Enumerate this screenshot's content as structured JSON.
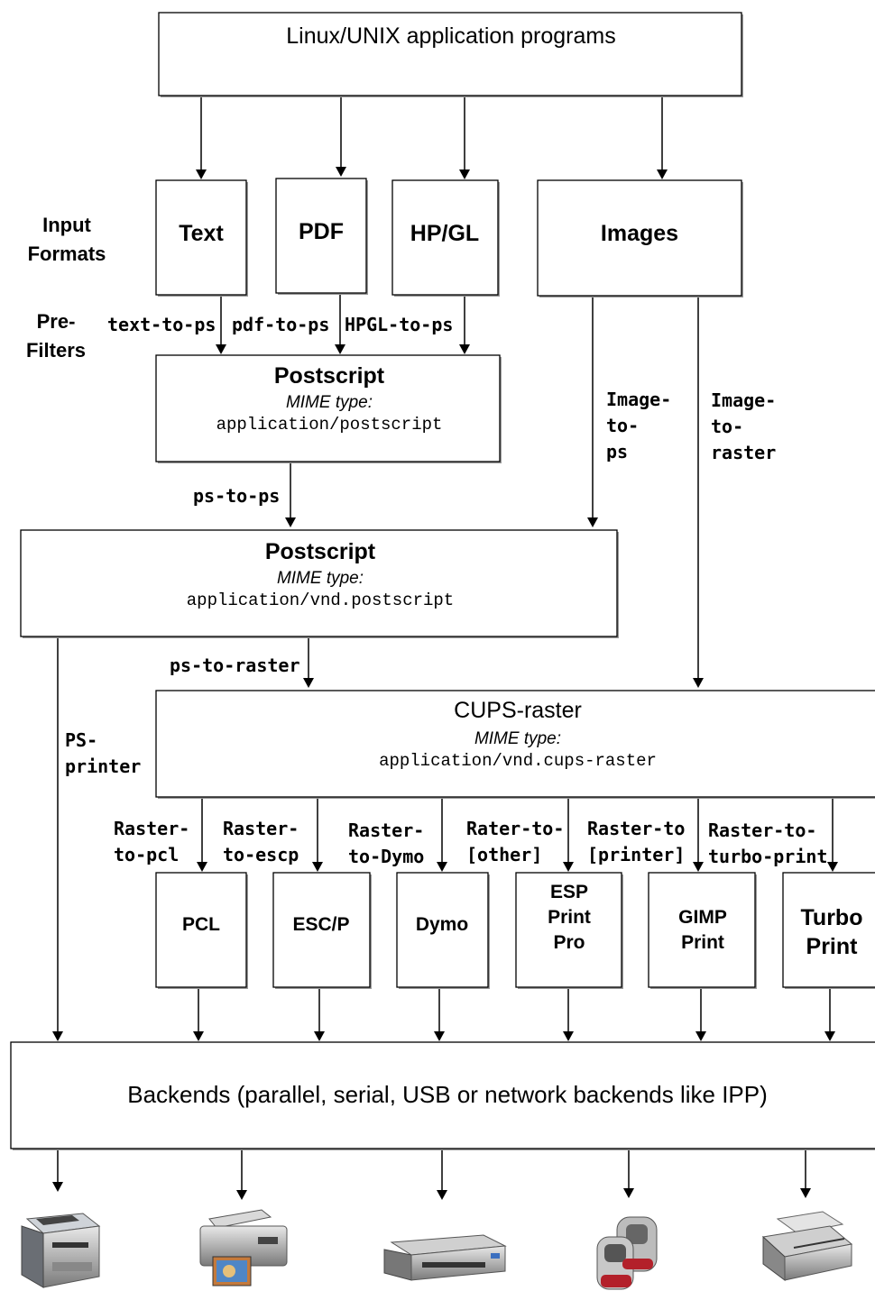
{
  "top": {
    "label": "Linux/UNIX application programs"
  },
  "side_labels": {
    "input_formats": [
      "Input",
      "Formats"
    ],
    "pre_filters": [
      "Pre-",
      "Filters"
    ]
  },
  "inputs": {
    "text": "Text",
    "pdf": "PDF",
    "hpgl": "HP/GL",
    "images": "Images"
  },
  "prefilters": {
    "text_to_ps": "text-to-ps",
    "pdf_to_ps": "pdf-to-ps",
    "hpgl_to_ps": "HPGL-to-ps"
  },
  "postscript1": {
    "title": "Postscript",
    "mime_label": "MIME type:",
    "mime": "application/postscript"
  },
  "image_to_ps": [
    "Image-",
    "to-",
    "ps"
  ],
  "image_to_raster": [
    "Image-",
    "to-",
    "raster"
  ],
  "ps_to_ps": "ps-to-ps",
  "postscript2": {
    "title": "Postscript",
    "mime_label": "MIME type:",
    "mime": "application/vnd.postscript"
  },
  "ps_to_raster": "ps-to-raster",
  "ps_printer": [
    "PS-",
    "printer"
  ],
  "cups_raster": {
    "title": "CUPS-raster",
    "mime_label": "MIME type:",
    "mime": "application/vnd.cups-raster"
  },
  "raster_filters": {
    "pcl": [
      "Raster-",
      "to-pcl"
    ],
    "escp": [
      "Raster-",
      "to-escp"
    ],
    "dymo": [
      "Raster-",
      "to-Dymo"
    ],
    "other": [
      "Rater-to-",
      "[other]"
    ],
    "printer": [
      "Raster-to",
      "[printer]"
    ],
    "turbo": [
      "Raster-to-",
      "turbo-print"
    ]
  },
  "drivers": {
    "pcl": [
      "PCL"
    ],
    "escp": [
      "ESC/P"
    ],
    "dymo": [
      "Dymo"
    ],
    "esp": [
      "ESP",
      "Print",
      "Pro"
    ],
    "gimp": [
      "GIMP",
      "Print"
    ],
    "turbo": [
      "Turbo",
      "Print"
    ]
  },
  "backends": {
    "label": "Backends (parallel, serial, USB or network backends like IPP)"
  },
  "devices": [
    "laser-printer",
    "photo-inkjet-printer",
    "wide-inkjet-printer",
    "label-printer",
    "dot-matrix-printer"
  ]
}
